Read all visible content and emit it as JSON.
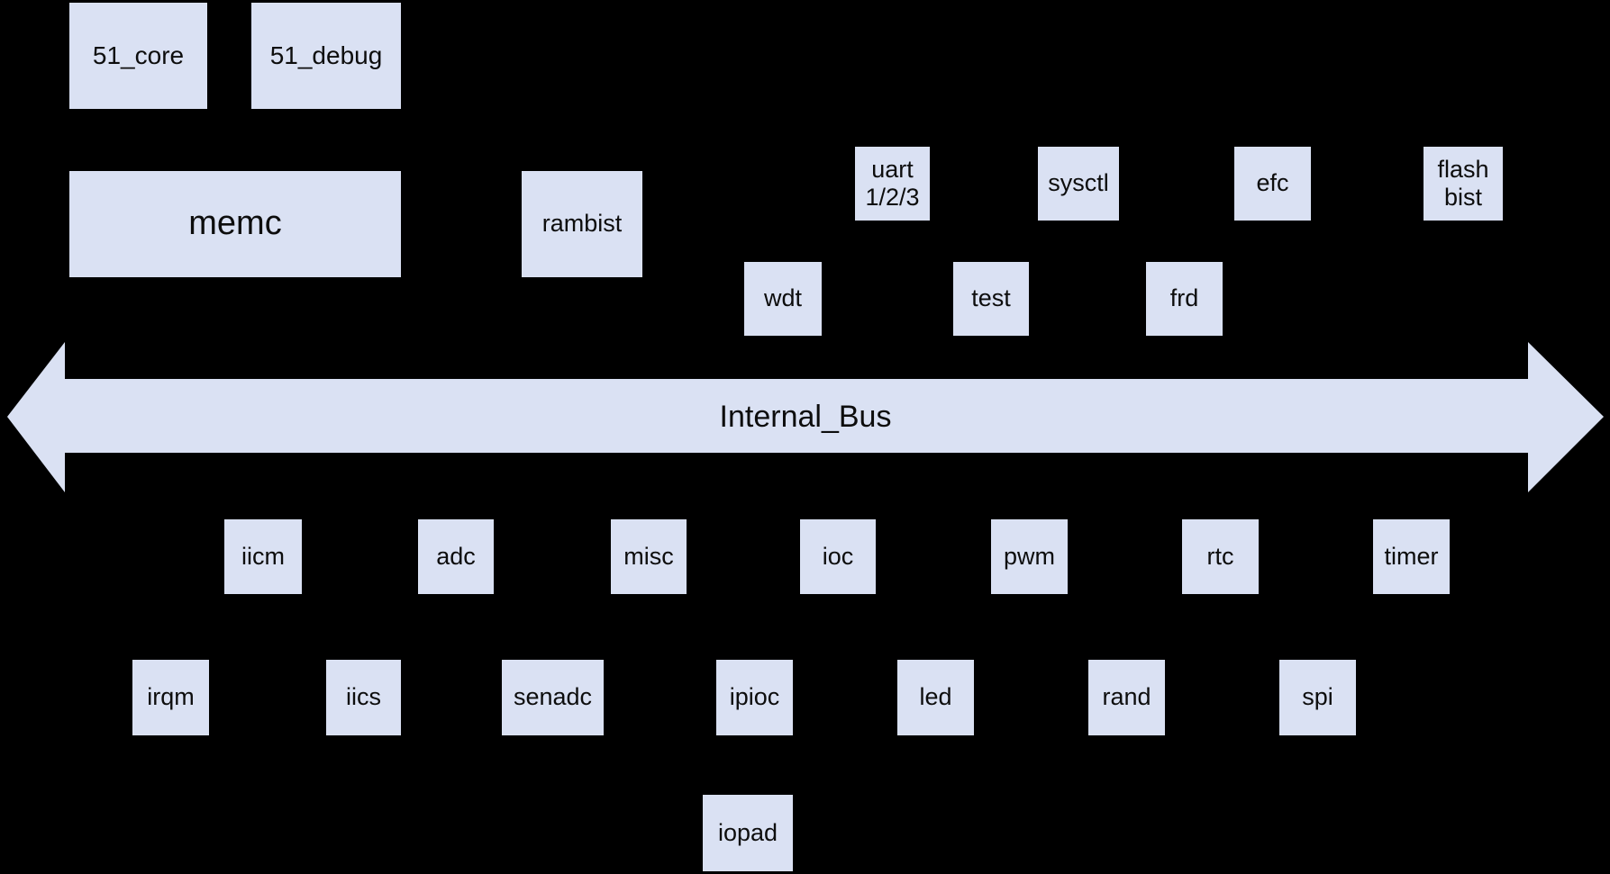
{
  "diagram": {
    "bus": {
      "label": "Internal_Bus"
    },
    "blocks": {
      "core51": {
        "label": "51_core"
      },
      "debug51": {
        "label": "51_debug"
      },
      "memc": {
        "label": "memc"
      },
      "rambist": {
        "label": "rambist"
      },
      "uart123": {
        "label": "uart\n1/2/3"
      },
      "sysctl": {
        "label": "sysctl"
      },
      "efc": {
        "label": "efc"
      },
      "flashbist": {
        "label": "flash\nbist"
      },
      "wdt": {
        "label": "wdt"
      },
      "test": {
        "label": "test"
      },
      "frd": {
        "label": "frd"
      },
      "iicm": {
        "label": "iicm"
      },
      "adc": {
        "label": "adc"
      },
      "misc": {
        "label": "misc"
      },
      "ioc": {
        "label": "ioc"
      },
      "pwm": {
        "label": "pwm"
      },
      "rtc": {
        "label": "rtc"
      },
      "timer": {
        "label": "timer"
      },
      "irqm": {
        "label": "irqm"
      },
      "iics": {
        "label": "iics"
      },
      "senadc": {
        "label": "senadc"
      },
      "ipioc": {
        "label": "ipioc"
      },
      "led": {
        "label": "led"
      },
      "rand": {
        "label": "rand"
      },
      "spi": {
        "label": "spi"
      },
      "iopad": {
        "label": "iopad"
      }
    },
    "colors": {
      "background": "#000000",
      "block_fill": "#dae1f3",
      "text": "#000000"
    }
  }
}
